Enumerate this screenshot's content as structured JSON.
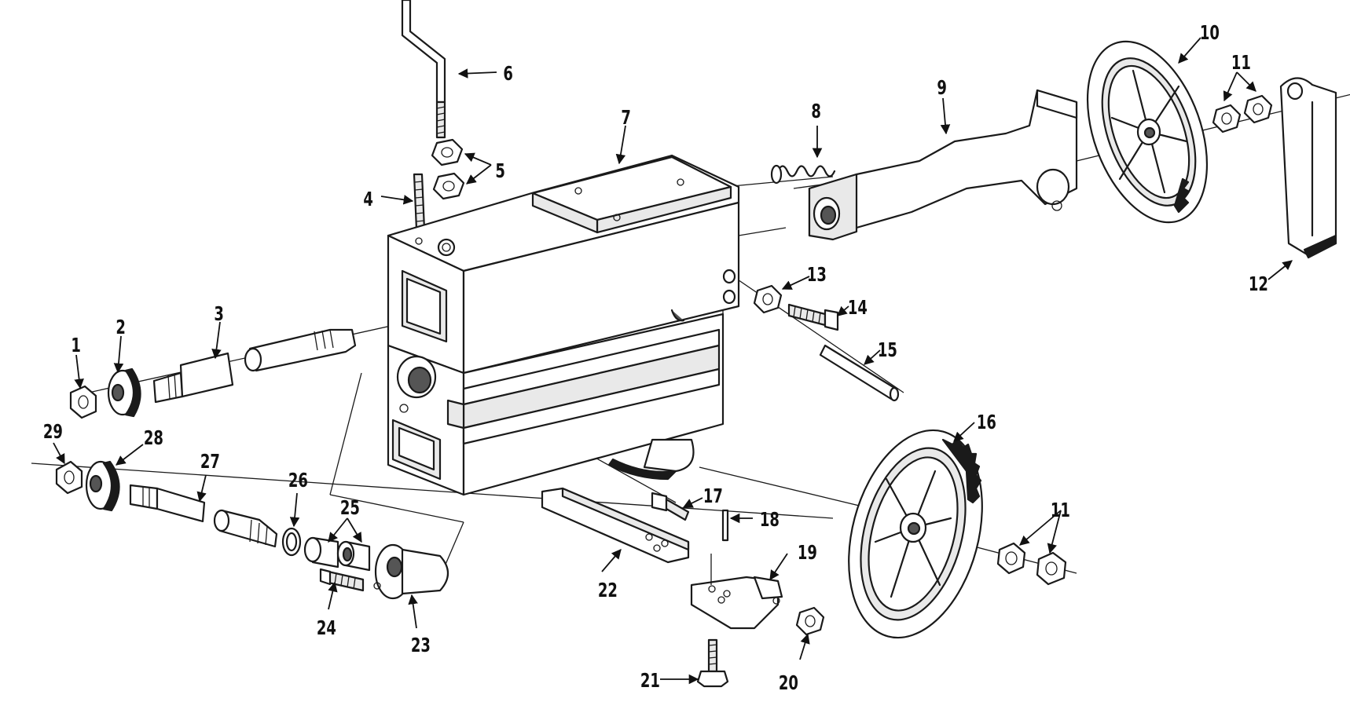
{
  "diagram": {
    "callouts": [
      "1",
      "2",
      "3",
      "4",
      "5",
      "6",
      "7",
      "8",
      "9",
      "10",
      "11",
      "12",
      "13",
      "14",
      "15",
      "16",
      "17",
      "18",
      "19",
      "20",
      "21",
      "22",
      "23",
      "24",
      "25",
      "26",
      "27",
      "28",
      "29"
    ],
    "callout_11_b": "11"
  },
  "colors": {
    "ink": "#1a1a1a",
    "paper": "#ffffff"
  }
}
